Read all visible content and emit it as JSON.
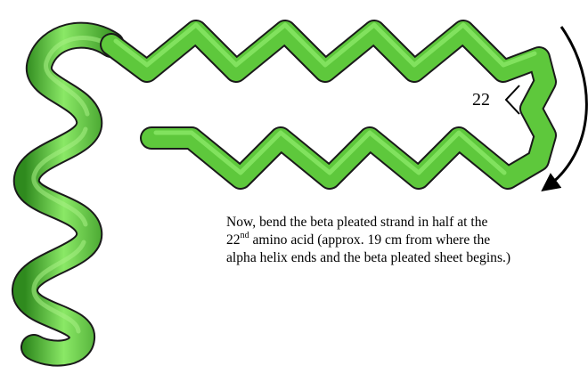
{
  "diagram": {
    "colors": {
      "strand_fill": "#5ec83c",
      "strand_highlight": "#8ae866",
      "strand_shadow": "#2f8a1e",
      "outline": "#1a1a1a",
      "text": "#000000"
    },
    "fold_label": "22",
    "arrow": "fold-direction-arrow"
  },
  "caption": {
    "line1": "Now, bend the beta pleated strand in half at the",
    "line2_number": "22",
    "line2_superscript": "nd",
    "line2_rest": " amino acid (approx. 19 cm from where the",
    "line3": "alpha helix ends and the beta pleated sheet begins.)"
  }
}
